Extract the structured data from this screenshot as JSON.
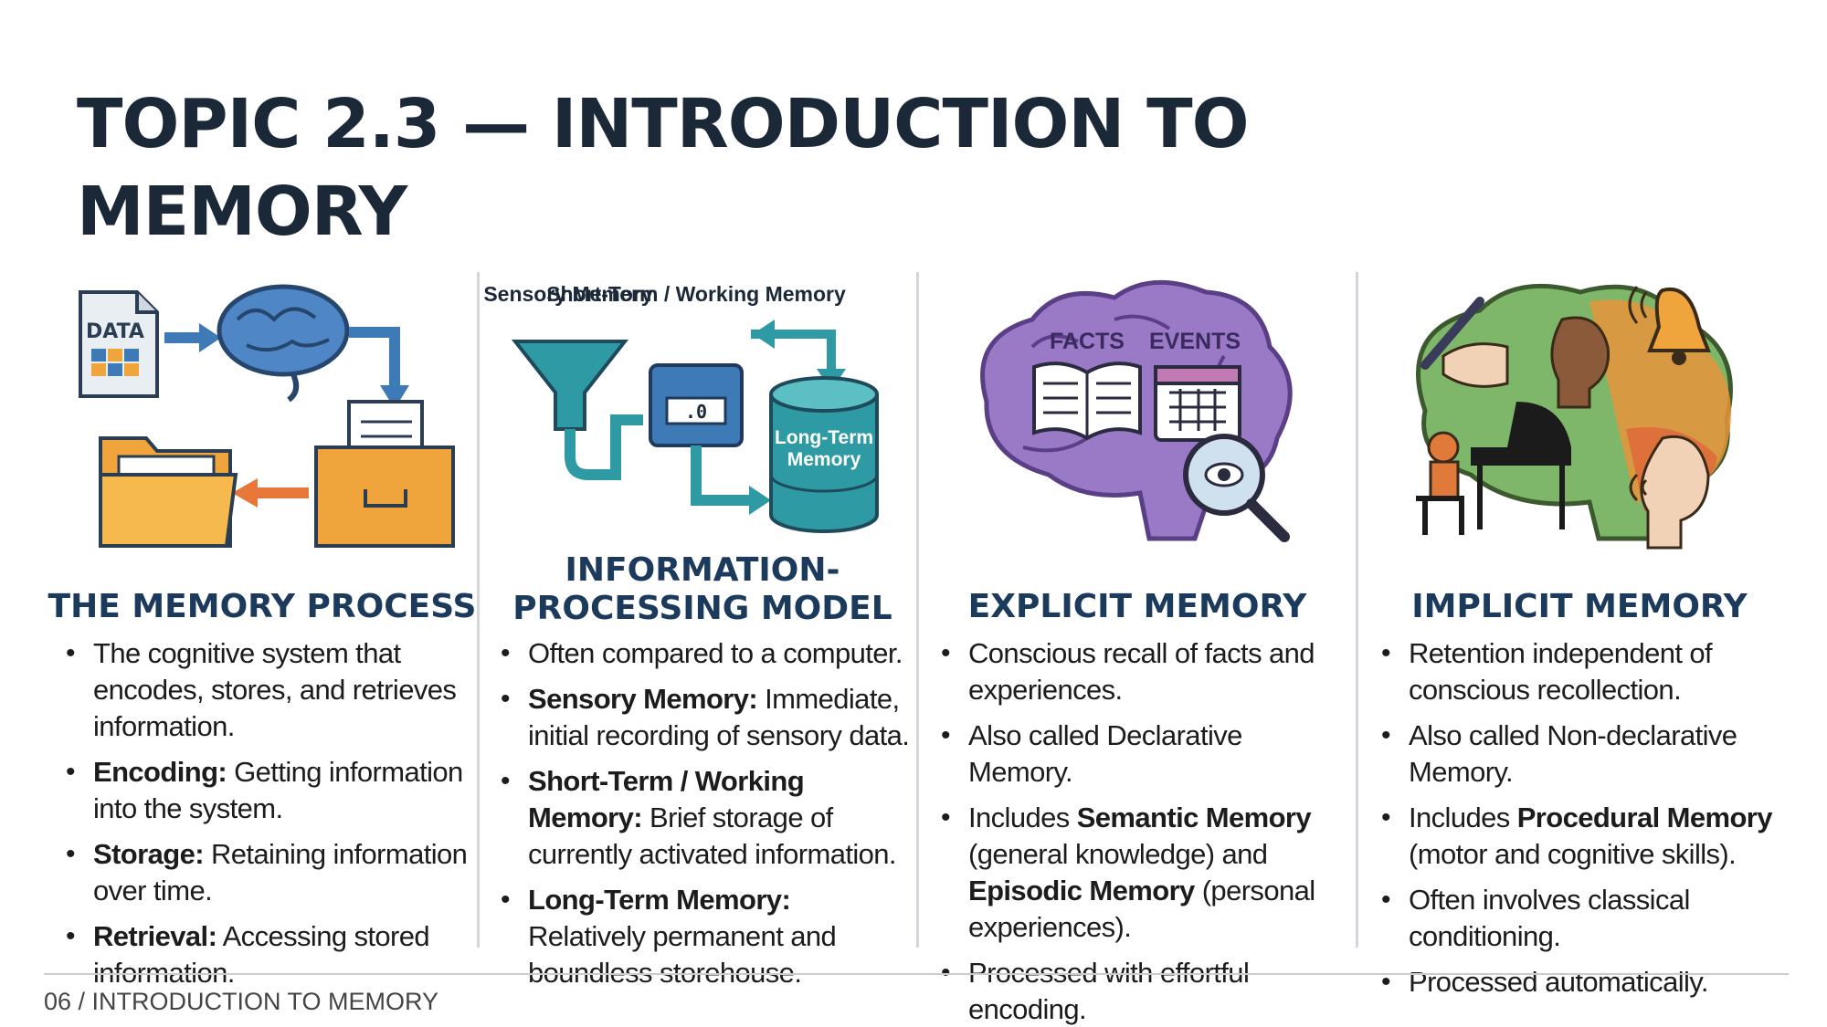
{
  "title": "TOPIC 2.3 — INTRODUCTION TO MEMORY",
  "columns": [
    {
      "heading": "THE MEMORY PROCESS",
      "illustration_labels": [
        "DATA"
      ],
      "bullets": [
        {
          "bold": "",
          "text": "The cognitive system that encodes, stores, and retrieves information."
        },
        {
          "bold": "Encoding:",
          "text": " Getting information into the system."
        },
        {
          "bold": "Storage:",
          "text": " Retaining information over time."
        },
        {
          "bold": "Retrieval:",
          "text": " Accessing stored information."
        }
      ]
    },
    {
      "heading": "INFORMATION-PROCESSING MODEL",
      "illustration_labels": [
        "Sensory Memory",
        "Short-Term / Working Memory",
        "Long-Term Memory",
        ".0"
      ],
      "bullets": [
        {
          "bold": "",
          "text": "Often compared to a computer."
        },
        {
          "bold": "Sensory Memory:",
          "text": " Immediate, initial recording of sensory data."
        },
        {
          "bold": "Short-Term / Working Memory:",
          "text": " Brief storage of currently activated information."
        },
        {
          "bold": "Long-Term Memory:",
          "text": " Relatively permanent and boundless storehouse."
        }
      ]
    },
    {
      "heading": "EXPLICIT MEMORY",
      "illustration_labels": [
        "FACTS",
        "EVENTS"
      ],
      "bullets": [
        {
          "parts": [
            {
              "b": false,
              "t": "Conscious recall of facts and experiences."
            }
          ]
        },
        {
          "parts": [
            {
              "b": false,
              "t": "Also called Declarative Memory."
            }
          ]
        },
        {
          "parts": [
            {
              "b": false,
              "t": "Includes "
            },
            {
              "b": true,
              "t": "Semantic Memory"
            },
            {
              "b": false,
              "t": " (general knowledge) and "
            },
            {
              "b": true,
              "t": "Episodic Memory"
            },
            {
              "b": false,
              "t": " (personal experiences)."
            }
          ]
        },
        {
          "parts": [
            {
              "b": false,
              "t": "Processed with effortful encoding."
            }
          ]
        }
      ]
    },
    {
      "heading": "IMPLICIT MEMORY",
      "illustration_labels": [],
      "bullets": [
        {
          "parts": [
            {
              "b": false,
              "t": "Retention independent of conscious recollection."
            }
          ]
        },
        {
          "parts": [
            {
              "b": false,
              "t": "Also called Non-declarative Memory."
            }
          ]
        },
        {
          "parts": [
            {
              "b": false,
              "t": "Includes "
            },
            {
              "b": true,
              "t": "Procedural Memory"
            },
            {
              "b": false,
              "t": " (motor and cognitive skills)."
            }
          ]
        },
        {
          "parts": [
            {
              "b": false,
              "t": "Often involves classical conditioning."
            }
          ]
        },
        {
          "parts": [
            {
              "b": false,
              "t": "Processed automatically."
            }
          ]
        }
      ]
    }
  ],
  "footer": "06 / INTRODUCTION TO MEMORY",
  "colors": {
    "title": "#1b2838",
    "heading": "#1b3a5c",
    "blue": "#3e7bb6",
    "teal": "#2e9aa3",
    "orange": "#f0a43c",
    "purple": "#8a6bb8"
  }
}
